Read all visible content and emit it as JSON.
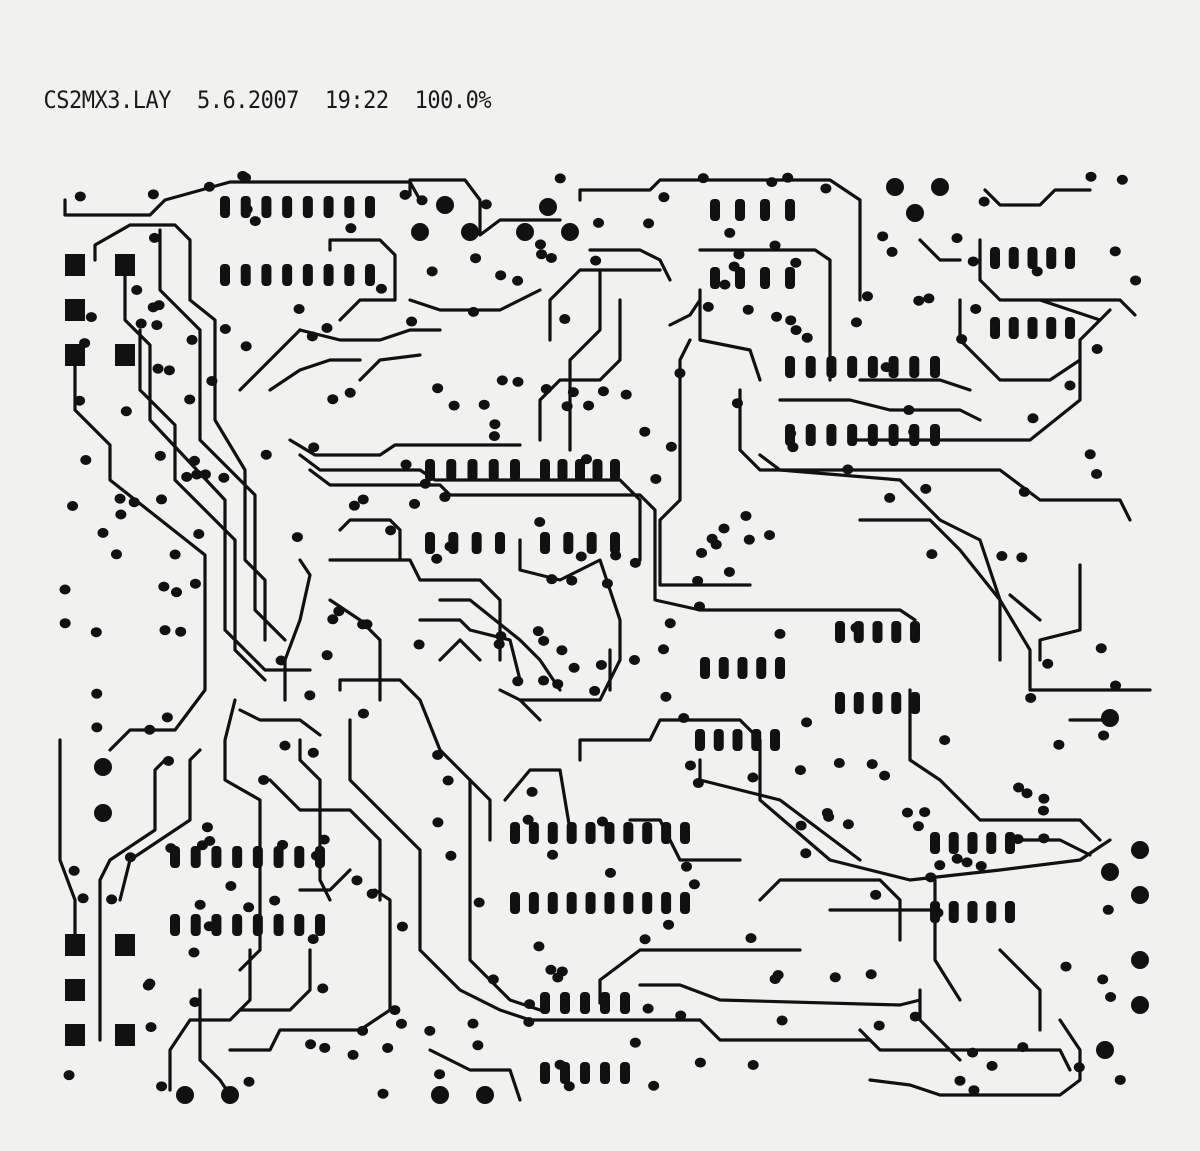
{
  "header": {
    "filename": "CS2MX3.LAY",
    "date": "5.6.2007",
    "time": "19:22",
    "zoom": "100.0%"
  },
  "colors": {
    "paper": "#f1f1ef",
    "ink": "#111111"
  }
}
